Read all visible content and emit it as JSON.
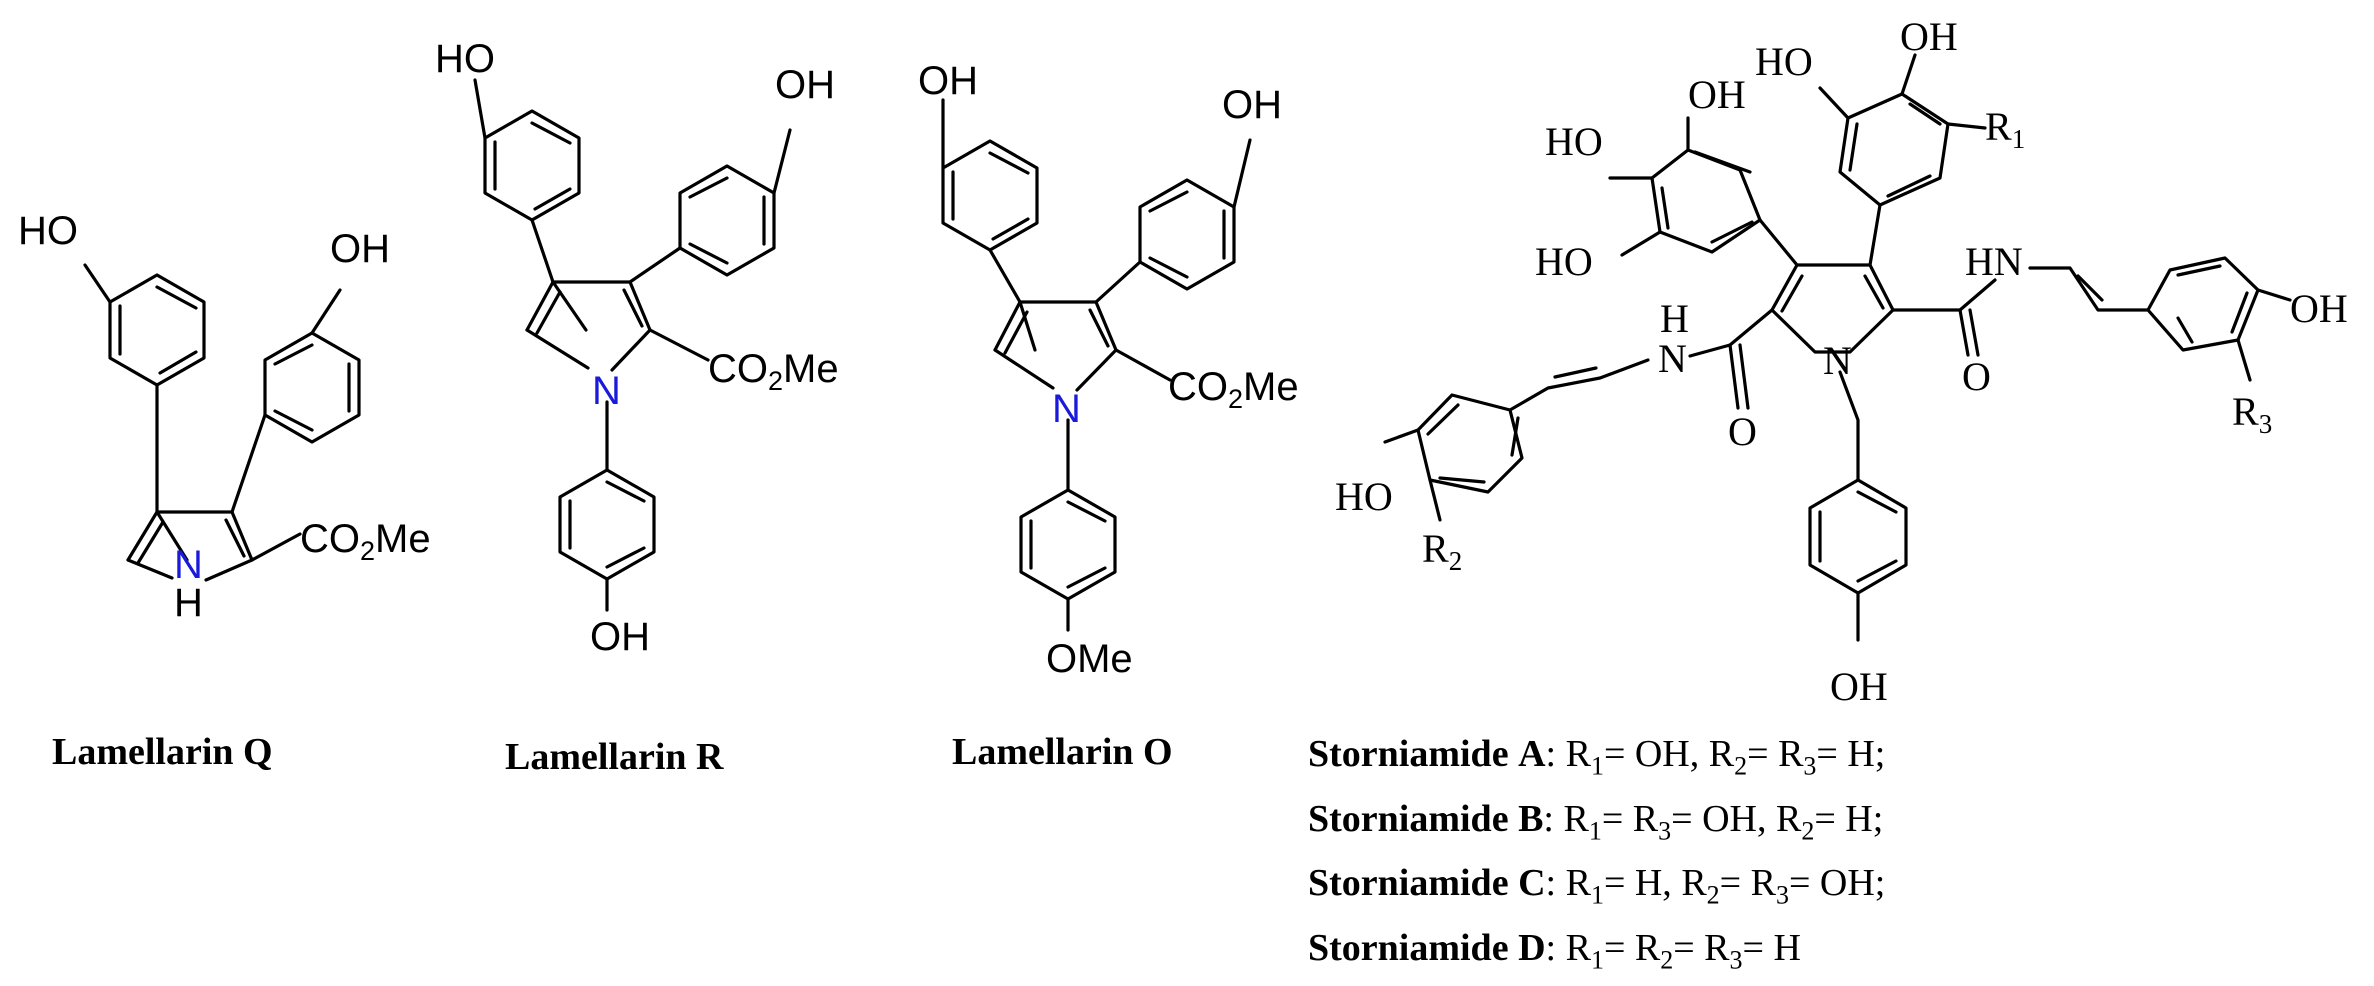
{
  "compounds": [
    {
      "name": "Lamellarin Q",
      "atoms": {
        "oh_left": "HO",
        "oh_right": "OH",
        "ester": "CO2Me",
        "n": "N",
        "nh": "H"
      }
    },
    {
      "name": "Lamellarin R",
      "atoms": {
        "oh_left": "HO",
        "oh_right": "OH",
        "ester": "CO2Me",
        "n": "N",
        "oh_bottom": "OH"
      }
    },
    {
      "name": "Lamellarin O",
      "atoms": {
        "oh_left": "OH",
        "oh_right": "OH",
        "ester": "CO2Me",
        "n": "N",
        "ome_bottom": "OMe"
      }
    },
    {
      "name": "Storniamide",
      "atoms": {
        "oh_top1": "OH",
        "ho_top2": "HO",
        "oh_top3": "OH",
        "ho_left1": "HO",
        "ho_left2": "HO",
        "r1": "R1",
        "hn_right": "HN",
        "oh_right": "OH",
        "r3": "R3",
        "h_amide": "H",
        "n_amide": "N",
        "n_pyrrole": "N",
        "o_left": "O",
        "o_right": "O",
        "ho_far_left": "HO",
        "r2": "R2",
        "oh_bottom": "OH"
      }
    }
  ],
  "storniamide_variants": [
    {
      "name": "Storniamide",
      "letter": "A",
      "rest": ": R1= OH, R2= R3= H;"
    },
    {
      "name": "Storniamide",
      "letter": "B",
      "rest": ": R1= R3= OH, R2= H;"
    },
    {
      "name": "Storniamide",
      "letter": "C",
      "rest": ": R1= H, R2= R3= OH;"
    },
    {
      "name": "Storniamide",
      "letter": "D",
      "rest": ": R1= R2= R3= H"
    }
  ]
}
